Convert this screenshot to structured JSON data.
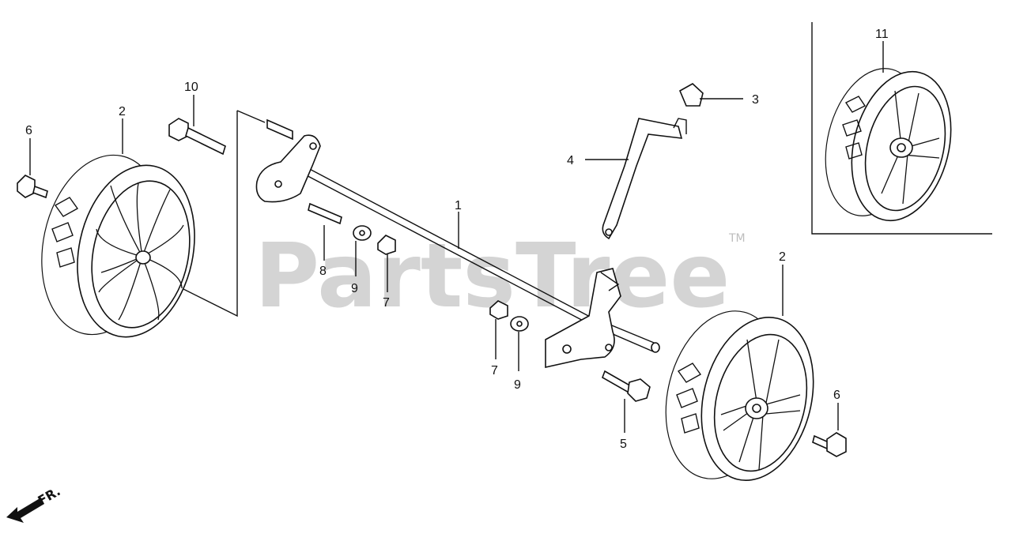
{
  "watermark": {
    "brand": "PartsTree",
    "trademark": "TM"
  },
  "direction_indicator": {
    "label": "FR."
  },
  "callouts": [
    {
      "id": "c1",
      "label": "1"
    },
    {
      "id": "c2a",
      "label": "2"
    },
    {
      "id": "c2b",
      "label": "2"
    },
    {
      "id": "c3",
      "label": "3"
    },
    {
      "id": "c4",
      "label": "4"
    },
    {
      "id": "c5",
      "label": "5"
    },
    {
      "id": "c6a",
      "label": "6"
    },
    {
      "id": "c6b",
      "label": "6"
    },
    {
      "id": "c7a",
      "label": "7"
    },
    {
      "id": "c7b",
      "label": "7"
    },
    {
      "id": "c8",
      "label": "8"
    },
    {
      "id": "c9a",
      "label": "9"
    },
    {
      "id": "c9b",
      "label": "9"
    },
    {
      "id": "c10",
      "label": "10"
    },
    {
      "id": "c11",
      "label": "11"
    }
  ],
  "colors": {
    "line": "#111111",
    "watermark": "#d4d4d4",
    "background": "#ffffff"
  }
}
